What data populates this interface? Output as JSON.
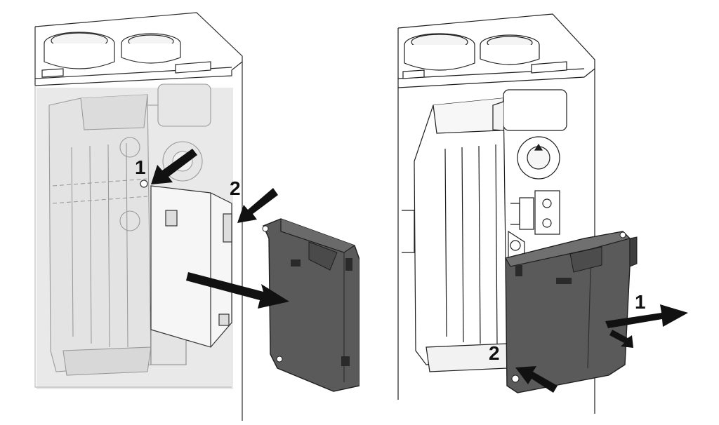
{
  "figure": {
    "colors": {
      "outline": "#1a1a1a",
      "ghost_body": "#e9e9e9",
      "module_fill": "#595959",
      "module_shade": "#3f3f3f",
      "arrow": "#111111"
    },
    "left_panel": {
      "step_1": "1",
      "step_2": "2"
    },
    "right_panel": {
      "step_1": "1",
      "step_2": "2"
    }
  }
}
